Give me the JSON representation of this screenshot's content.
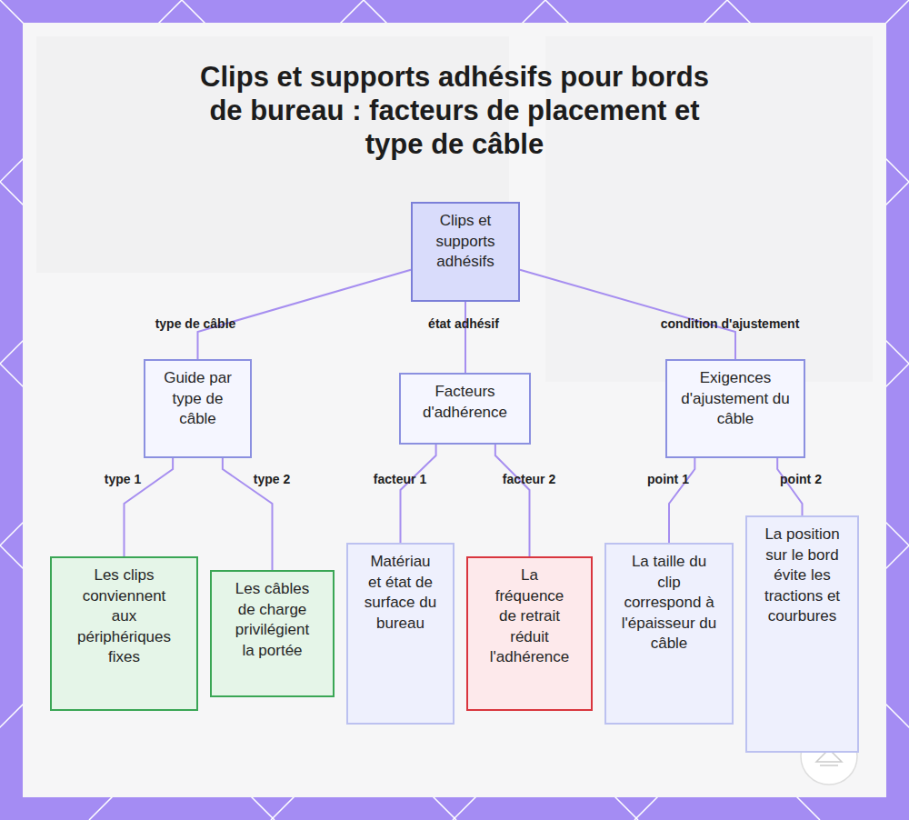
{
  "diagram": {
    "title": "Clips et supports adhésifs pour bords de bureau : facteurs de placement et type de câble",
    "nodes": [
      {
        "text": [
          "Clips et supports adhésifs"
        ]
      },
      {
        "text": [
          "Guide par type de câble"
        ]
      },
      {
        "text": [
          "Facteurs d'adhérence"
        ]
      },
      {
        "text": [
          "Exigences d'ajustement du câble"
        ]
      },
      {
        "text": [
          "Les clips conviennent aux périphériques fixes"
        ]
      },
      {
        "text": [
          "Les câbles de charge privilégient la portée"
        ]
      },
      {
        "text": [
          "Matériau et état de surface du bureau"
        ]
      },
      {
        "text": [
          "La fréquence de retrait réduit l'adhérence"
        ]
      },
      {
        "text": [
          "La taille du clip correspond à l'épaisseur du câble"
        ]
      },
      {
        "text": [
          "La position sur le bord évite les tractions et courbures"
        ]
      }
    ],
    "edges": [
      {
        "from": 0,
        "to": 1,
        "arrow": "none",
        "label": "type de câble"
      },
      {
        "from": 0,
        "to": 2,
        "arrow": "none",
        "label": "état adhésif"
      },
      {
        "from": 0,
        "to": 3,
        "arrow": "none",
        "label": "condition d'ajustement"
      },
      {
        "from": 1,
        "to": 4,
        "arrow": "none",
        "label": "type 1"
      },
      {
        "from": 1,
        "to": 5,
        "arrow": "none",
        "label": "type 2"
      },
      {
        "from": 2,
        "to": 6,
        "arrow": "none",
        "label": "facteur 1"
      },
      {
        "from": 2,
        "to": 7,
        "arrow": "none",
        "label": "facteur 2"
      },
      {
        "from": 3,
        "to": 8,
        "arrow": "none",
        "label": "point 1"
      },
      {
        "from": 3,
        "to": 9,
        "arrow": "none",
        "label": "point 2"
      }
    ]
  }
}
